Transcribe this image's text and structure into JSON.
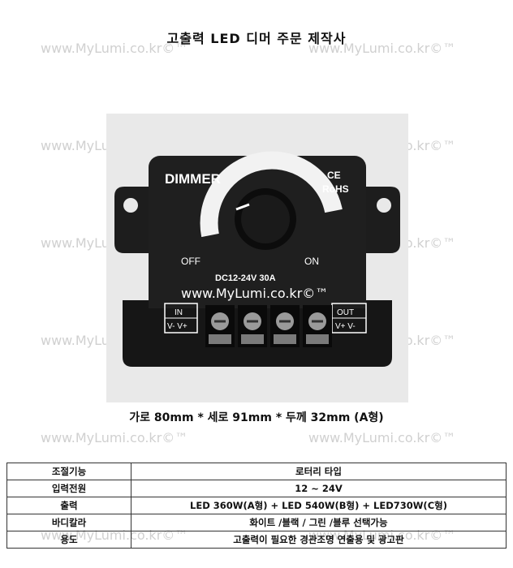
{
  "page": {
    "title": "고출력 LED 디머 주문 제작사",
    "watermark": "www.MyLumi.co.kr©™",
    "dimensions": "가로 80mm * 세로 91mm * 두께 32mm (A형)"
  },
  "product_image": {
    "label_dimmer": "DIMMER",
    "label_ce": "CE",
    "label_rohs": "RoHS",
    "label_off": "OFF",
    "label_on": "ON",
    "label_rating": "DC12-24V  30A",
    "label_watermark": "www.MyLumi.co.kr©™",
    "label_in": "IN",
    "label_in_terminals": "V- V+",
    "label_out": "OUT",
    "label_out_terminals": "V+ V-"
  },
  "spec_table": [
    {
      "key": "조절기능",
      "value": "로터리 타입"
    },
    {
      "key": "입력전원",
      "value": "12 ~ 24V"
    },
    {
      "key": "출력",
      "value": "LED 360W(A형) + LED 540W(B형) + LED730W(C형)"
    },
    {
      "key": "바디칼라",
      "value": "화이트 /블랙 / 그린 /블루 선택가능"
    },
    {
      "key": "용도",
      "value": "고출력이 필요한 경관조명 연출용 및 광고판"
    }
  ]
}
